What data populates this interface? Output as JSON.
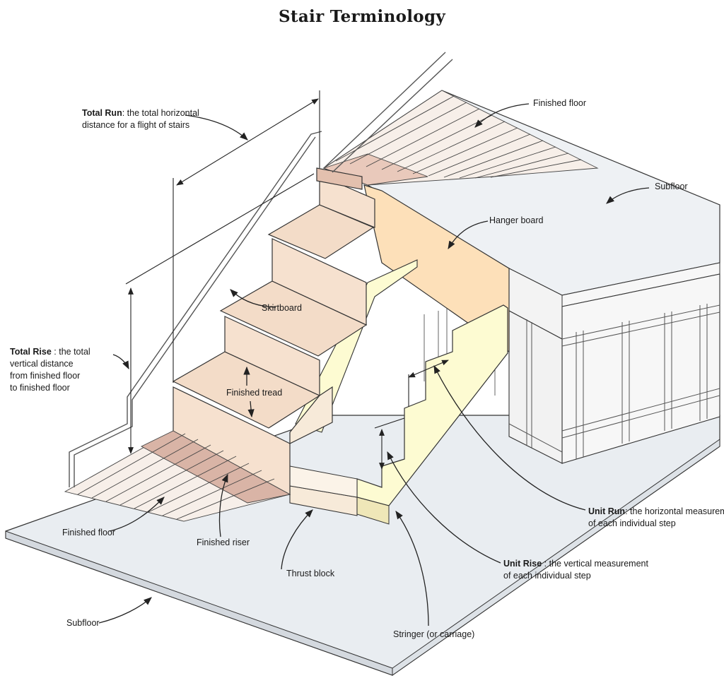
{
  "title": "Stair Terminology",
  "colors": {
    "subfloor": "#e9edf1",
    "flooring_light": "#f6eee9",
    "flooring_dark": "#d9b4a6",
    "riser": "#f6e1cf",
    "tread": "#f3dcc8",
    "hanger_board": "#fde0b9",
    "stringer": "#fdfbd2",
    "framing": "#f5f6f7",
    "line": "#222222"
  },
  "labels": {
    "total_run_term": "Total Run",
    "total_run_desc_1": ": the total horizontal",
    "total_run_desc_2": "distance for a flight of stairs",
    "total_rise_term": "Total Rise",
    "total_rise_desc_1": " : the total",
    "total_rise_desc_2": "vertical distance",
    "total_rise_desc_3": "from finished floor",
    "total_rise_desc_4": "to finished floor",
    "finished_floor_top": "Finished floor",
    "subfloor_top": "Subfloor",
    "hanger_board": "Hanger board",
    "skirtboard": "Skirtboard",
    "finished_tread": "Finished tread",
    "finished_floor_bottom": "Finished floor",
    "finished_riser": "Finished riser",
    "thrust_block": "Thrust block",
    "subfloor_bottom": "Subfloor",
    "stringer": "Stringer (or carriage)",
    "unit_run_term": "Unit Run",
    "unit_run_desc_1": ": the horizontal measurement",
    "unit_run_desc_2": "of each individual step",
    "unit_rise_term": "Unit Rise",
    "unit_rise_desc_1": " : the vertical measurement",
    "unit_rise_desc_2": "of each individual step"
  }
}
